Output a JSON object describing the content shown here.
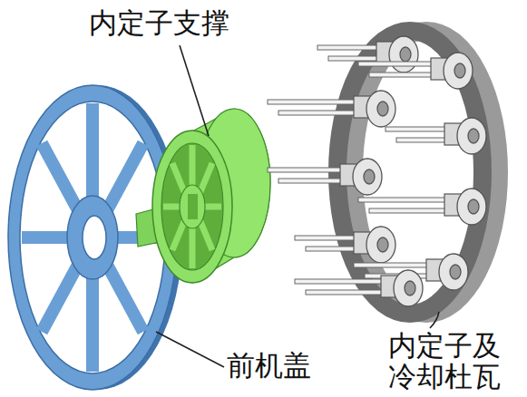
{
  "diagram": {
    "labels": [
      "内定子支撑",
      "前机盖",
      "内定子及 冷却杜瓦"
    ]
  }
}
